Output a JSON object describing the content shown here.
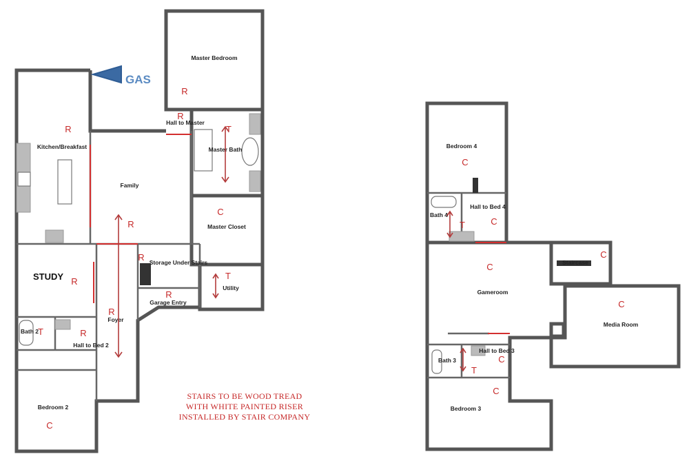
{
  "gas_label": "GAS",
  "note": {
    "line1": "STAIRS TO BE WOOD TREAD",
    "line2": "WITH WHITE PAINTED RISER",
    "line3": "INSTALLED BY STAIR COMPANY"
  },
  "rooms": {
    "master_bedroom": "Master Bedroom",
    "hall_to_master": "Hall to Master",
    "kitchen": "Kitchen/Breakfast",
    "family": "Family",
    "master_bath": "Master Bath",
    "master_closet": "Master Closet",
    "study": "STUDY",
    "storage": "Storage Under Stairs",
    "utility": "Utility",
    "garage_entry": "Garage Entry",
    "foyer": "Foyer",
    "bath2": "Bath 2",
    "hall_bed2": "Hall to Bed 2",
    "bedroom2": "Bedroom 2",
    "bedroom4": "Bedroom 4",
    "bath4": "Bath 4",
    "hall_bed4": "Hall to Bed 4",
    "staircase": "Staircase",
    "gameroom": "Gameroom",
    "media_room": "Media Room",
    "bath3": "Bath 3",
    "hall_bed3": "Hall to Bed 3",
    "bedroom3": "Bedroom 3"
  },
  "markers": {
    "r": "R",
    "t": "T",
    "c": "C"
  },
  "colors": {
    "wall": "#555555",
    "marker": "#c62828",
    "gas": "#5b8bc2",
    "gas_arrow": "#2f5d95"
  }
}
